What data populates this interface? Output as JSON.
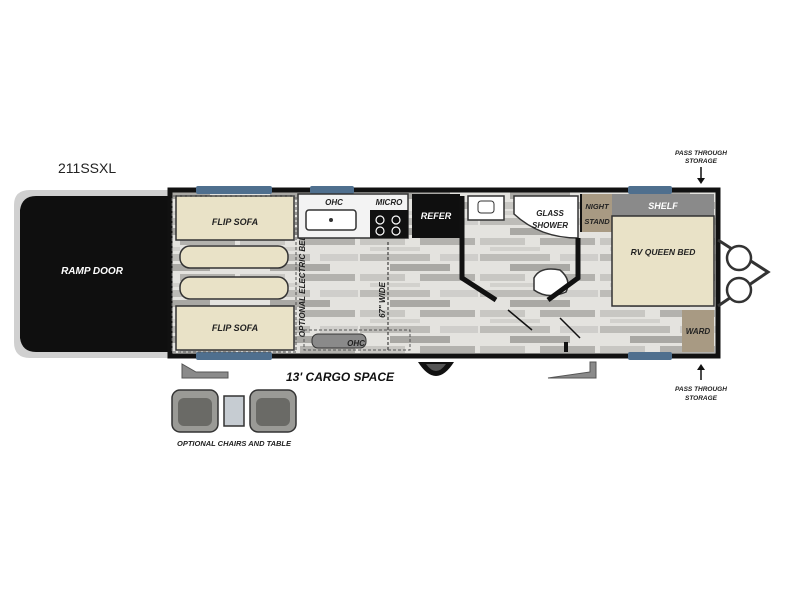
{
  "model": "211SSXL",
  "ramp_door": "RAMP DOOR",
  "flip_sofa_top": "FLIP SOFA",
  "flip_sofa_bottom": "FLIP SOFA",
  "optional_bed": "OPTIONAL ELECTRIC BED",
  "ohc_top": "OHC",
  "ohc_bottom": "OHC",
  "micro": "MICRO",
  "refer": "REFER",
  "width_label": "67\" WIDE",
  "glass_shower_1": "GLASS",
  "glass_shower_2": "SHOWER",
  "night_stand_1": "NIGHT",
  "night_stand_2": "STAND",
  "shelf": "SHELF",
  "bed": "RV QUEEN BED",
  "ward": "WARD",
  "cargo_space": "13' CARGO SPACE",
  "optional_chairs": "OPTIONAL CHAIRS AND TABLE",
  "pass_through_top_1": "PASS THROUGH",
  "pass_through_top_2": "STORAGE",
  "pass_through_bottom_1": "PASS THROUGH",
  "pass_through_bottom_2": "STORAGE",
  "colors": {
    "wall": "#111111",
    "floor": "#e2e2de",
    "plank": "#b7b5b1",
    "furniture": "#e9e2c7",
    "window": "#4f6f8e",
    "cabinet": "#a89a83"
  }
}
